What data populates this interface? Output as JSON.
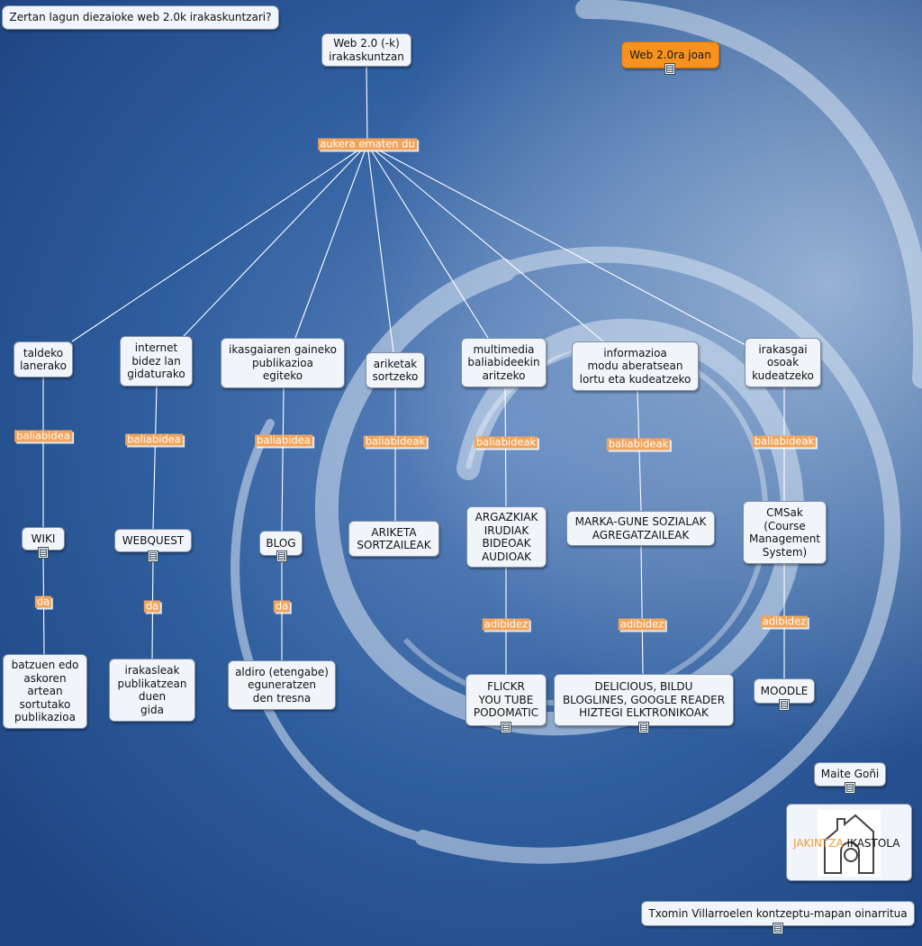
{
  "question": "Zertan lagun diezaioke web 2.0k irakaskuntzari?",
  "root": "Web 2.0 (-k)\nirakaskuntzan",
  "link_node": "Web 2.0ra joan",
  "root_link": "aukera ematen du",
  "categories": [
    {
      "id": "c1",
      "text": "taldeko\nlanerako"
    },
    {
      "id": "c2",
      "text": "internet\nbidez lan\ngidaturako"
    },
    {
      "id": "c3",
      "text": "ikasgaiaren gaineko\npublikazioa\negiteko"
    },
    {
      "id": "c4",
      "text": "ariketak\nsortzeko"
    },
    {
      "id": "c5",
      "text": "multimedia\nbaliabideekin\naritzeko"
    },
    {
      "id": "c6",
      "text": "informazioa\nmodu aberatsean\nlortu eta kudeatzeko"
    },
    {
      "id": "c7",
      "text": "irakasgai\nosoak\nkudeatzeko"
    }
  ],
  "category_links": [
    "baliabidea",
    "baliabidea",
    "baliabidea",
    "baliabideak",
    "baliabideak",
    "baliabideak",
    "baliabideak"
  ],
  "tools": [
    {
      "id": "t1",
      "text": "WIKI"
    },
    {
      "id": "t2",
      "text": "WEBQUEST"
    },
    {
      "id": "t3",
      "text": "BLOG"
    },
    {
      "id": "t4",
      "text": "ARIKETA\nSORTZAILEAK"
    },
    {
      "id": "t5",
      "text": "ARGAZKIAK\nIRUDIAK\nBIDEOAK\nAUDIOAK"
    },
    {
      "id": "t6",
      "text": "MARKA-GUNE SOZIALAK\nAGREGATZAILEAK"
    },
    {
      "id": "t7",
      "text": "CMSak\n(Course\nManagement\nSystem)"
    }
  ],
  "tool_links": [
    "da",
    "da",
    "da",
    "adibidez",
    "adibidez",
    "adibidez"
  ],
  "details": [
    {
      "id": "d1",
      "text": "batzuen edo\naskoren\nartean\nsortutako\npublikazioa"
    },
    {
      "id": "d2",
      "text": "irakasleak\npublikatzean\nduen\ngida"
    },
    {
      "id": "d3",
      "text": "aldiro (etengabe)\neguneratzen\nden tresna"
    },
    {
      "id": "d5",
      "text": "FLICKR\nYOU TUBE\nPODOMATIC"
    },
    {
      "id": "d6",
      "text": "DELICIOUS, BILDU\nBLOGLINES, GOOGLE READER\nHIZTEGI ELKTRONIKOAK"
    },
    {
      "id": "d7",
      "text": "MOODLE"
    }
  ],
  "author": "Maite Goñi",
  "logo_text_a": "JAKINTZA",
  "logo_text_b": " IKASTOLA",
  "credit": "Txomin Villarroelen kontzeptu-mapan oinarritua",
  "colors": {
    "background": "#25508f",
    "node": "#f1f5f9",
    "linking_phrase": "#f1a45a",
    "highlight_node": "#f7921e"
  },
  "icons": [
    "resource-document-icon"
  ]
}
